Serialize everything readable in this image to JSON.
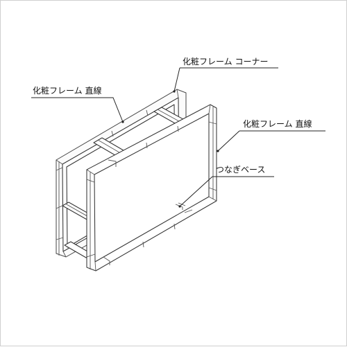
{
  "labels": {
    "corner": "化粧フレーム コーナー",
    "straight_left": "化粧フレーム 直線",
    "straight_right": "化粧フレーム 直線",
    "base": "つなぎベース"
  },
  "colors": {
    "line": "#222222",
    "frame_fill": "#ffffff",
    "border": "#cfcfcf"
  }
}
